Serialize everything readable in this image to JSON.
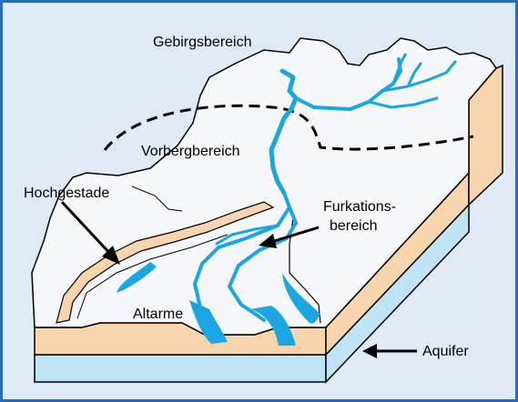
{
  "labels": {
    "gebirgsbereich": "Gebirgsbereich",
    "vorbergbereich": "Vorbergbereich",
    "hochgestade": "Hochgestade",
    "furkations_line1": "Furkations-",
    "furkations_line2": "bereich",
    "altarme": "Altarme",
    "aquifer": "Aquifer"
  },
  "colors": {
    "frame_border": "#2a6cb8",
    "background": "#dfeaf6",
    "terrain": "#f5f7fa",
    "sediment": "#f8d5ac",
    "aquifer_layer": "#bfe4f6",
    "river": "#19a6e2"
  }
}
